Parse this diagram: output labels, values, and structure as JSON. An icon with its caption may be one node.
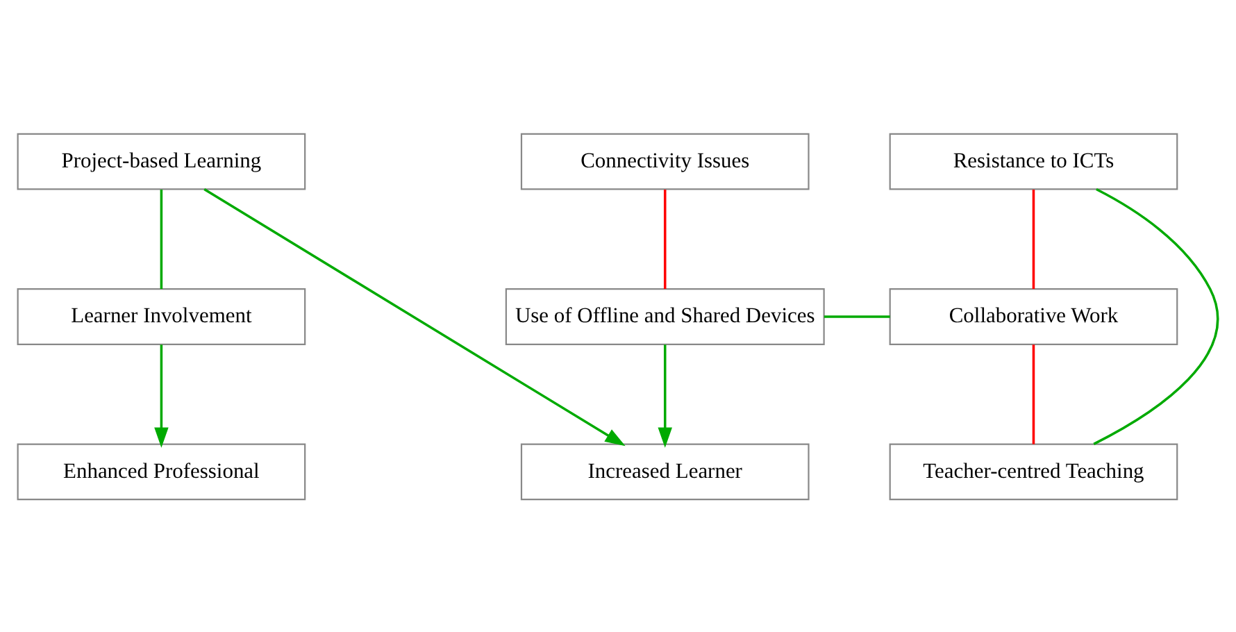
{
  "diagram": {
    "nodes": [
      {
        "text": [
          "Project-based Learning"
        ]
      },
      {
        "text": [
          "Connectivity Issues"
        ]
      },
      {
        "text": [
          "Resistance to ICTs"
        ]
      },
      {
        "text": [
          "Learner Involvement"
        ]
      },
      {
        "text": [
          "Use of Offline and Shared Devices"
        ]
      },
      {
        "text": [
          "Collaborative Work"
        ]
      },
      {
        "text": [
          "Enhanced Professional"
        ]
      },
      {
        "text": [
          "Increased Learner"
        ]
      },
      {
        "text": [
          "Teacher-centred Teaching"
        ]
      }
    ],
    "edges": [
      {
        "from": 0,
        "to": 3,
        "arrow": "none"
      },
      {
        "from": 3,
        "to": 6,
        "arrow": "to"
      },
      {
        "from": 1,
        "to": 4,
        "arrow": "none",
        "color": "#ff0000"
      },
      {
        "from": 4,
        "to": 7,
        "arrow": "to"
      },
      {
        "from": 4,
        "to": 5,
        "arrow": "none"
      },
      {
        "from": 2,
        "to": 5,
        "arrow": "none",
        "color": "#ff0000"
      },
      {
        "from": 5,
        "to": 8,
        "arrow": "none",
        "color": "#ff0000"
      },
      {
        "from": 2,
        "to": 8,
        "arrow": "none"
      },
      {
        "from": 0,
        "to": 7,
        "arrow": "to"
      }
    ]
  }
}
